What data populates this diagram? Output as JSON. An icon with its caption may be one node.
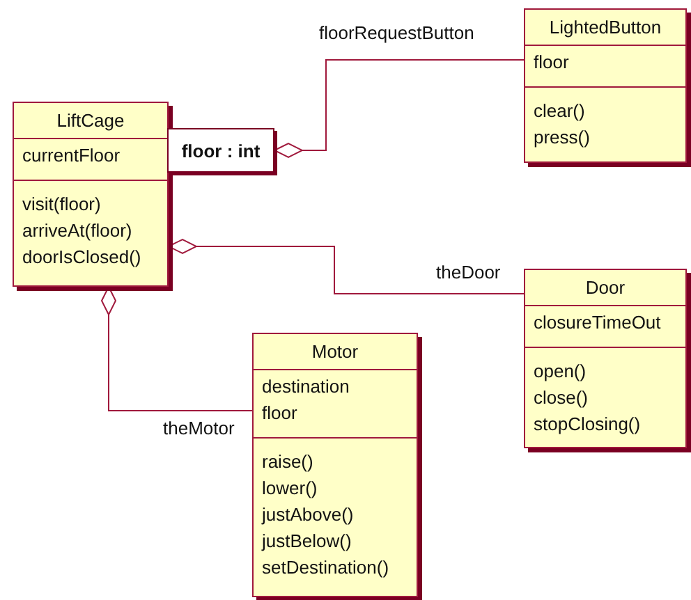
{
  "diagram": {
    "nodes": [
      {
        "text": [
          "LiftCage",
          "currentFloor",
          "visit(floor)",
          "arriveAt(floor)",
          "doorIsClosed()"
        ]
      },
      {
        "text": [
          "floor : int"
        ]
      },
      {
        "text": [
          "LightedButton",
          "floor",
          "clear()",
          "press()"
        ]
      },
      {
        "text": [
          "Door",
          "closureTimeOut",
          "open()",
          "close()",
          "stopClosing()"
        ]
      },
      {
        "text": [
          "Motor",
          "destination",
          "floor",
          "raise()",
          "lower()",
          "justAbove()",
          "justBelow()",
          "setDestination()"
        ]
      }
    ],
    "edges": [
      {
        "from": 1,
        "to": 2,
        "arrow": "other",
        "label": "floorRequestButton"
      },
      {
        "from": 0,
        "to": 3,
        "arrow": "other",
        "label": "theDoor"
      },
      {
        "from": 0,
        "to": 4,
        "arrow": "other",
        "label": "theMotor"
      }
    ]
  }
}
